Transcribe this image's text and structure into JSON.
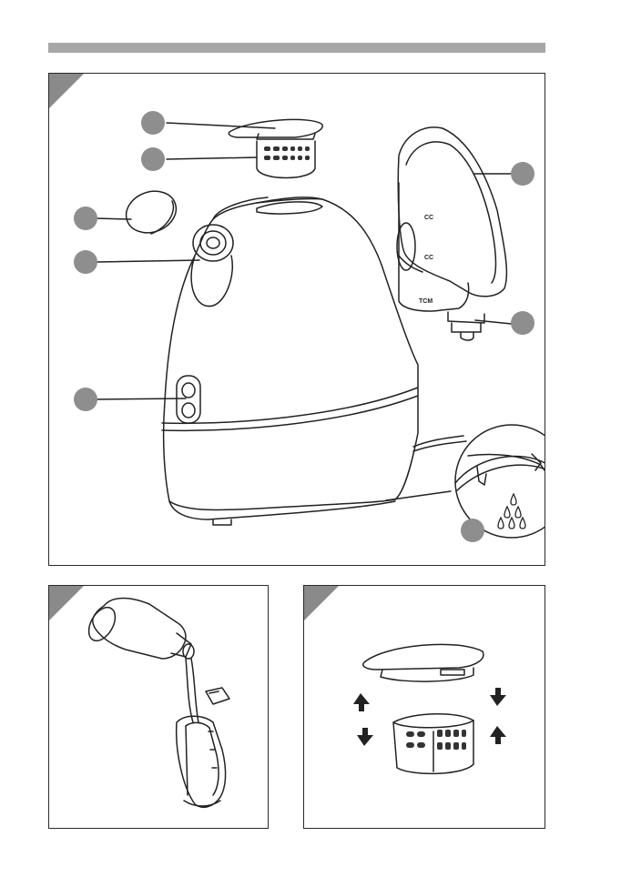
{
  "page": {
    "header_bar_color": "#a7a7a7",
    "panel_border_color": "#2a2a2a",
    "callout_color": "#8e8e8e"
  },
  "figures": [
    {
      "id": "main-device-figure",
      "callouts": 8
    },
    {
      "id": "filling-figure",
      "callouts": 0
    },
    {
      "id": "filter-assembly-figure",
      "callouts": 0
    }
  ],
  "device": {
    "brand_mark": "TCM"
  }
}
